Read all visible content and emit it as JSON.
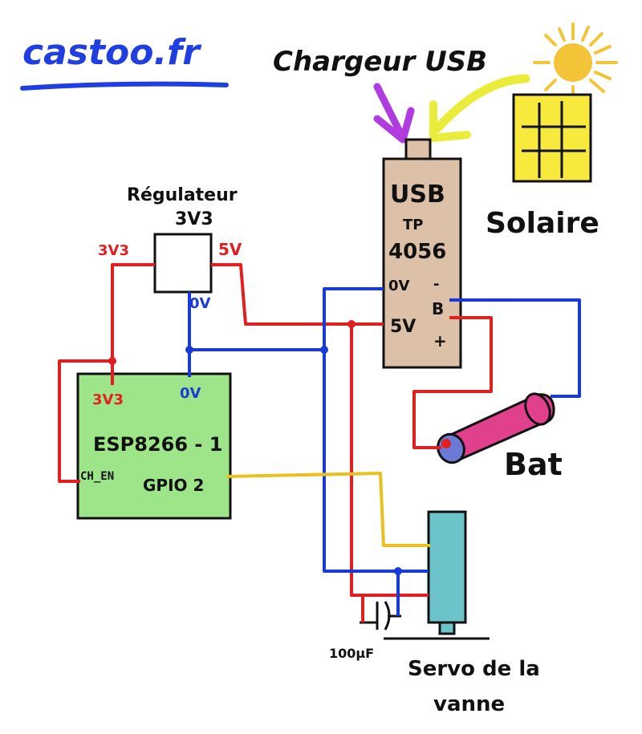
{
  "header": {
    "site": "castoo.fr",
    "charger_label": "Chargeur USB"
  },
  "regulator": {
    "title": "Régulateur",
    "value": "3V3",
    "in_label": "5V",
    "out_label": "3V3",
    "gnd_label": "0V"
  },
  "tp4056": {
    "line1": "USB",
    "line2": "TP",
    "line3": "4056",
    "pin_0v": "0V",
    "pin_5v": "5V",
    "pin_minus": "-",
    "pin_b": "B",
    "pin_plus": "+"
  },
  "esp": {
    "pin_3v3": "3V3",
    "pin_0v": "0V",
    "name": "ESP8266 - 1",
    "pin_chen": "CH_EN",
    "pin_gpio": "GPIO 2"
  },
  "solar": {
    "label": "Solaire"
  },
  "battery": {
    "label": "Bat"
  },
  "servo": {
    "label_line1": "Servo de la",
    "label_line2": "vanne"
  },
  "capacitor": {
    "label": "100µF"
  },
  "colors": {
    "red_wire": "#e02020",
    "blue_wire": "#1a3ad6",
    "yellow_wire": "#e8c020",
    "esp_fill": "#9ee58a",
    "tp_fill": "#dcc0a8",
    "servo_fill": "#6cc3c9",
    "battery_fill": "#e0408c",
    "solar_fill": "#f7ea3c",
    "sun": "#f3c338",
    "arrow_purple": "#b03ce0",
    "arrow_yellow": "#eaec3c",
    "title_blue": "#1f3fe0"
  }
}
